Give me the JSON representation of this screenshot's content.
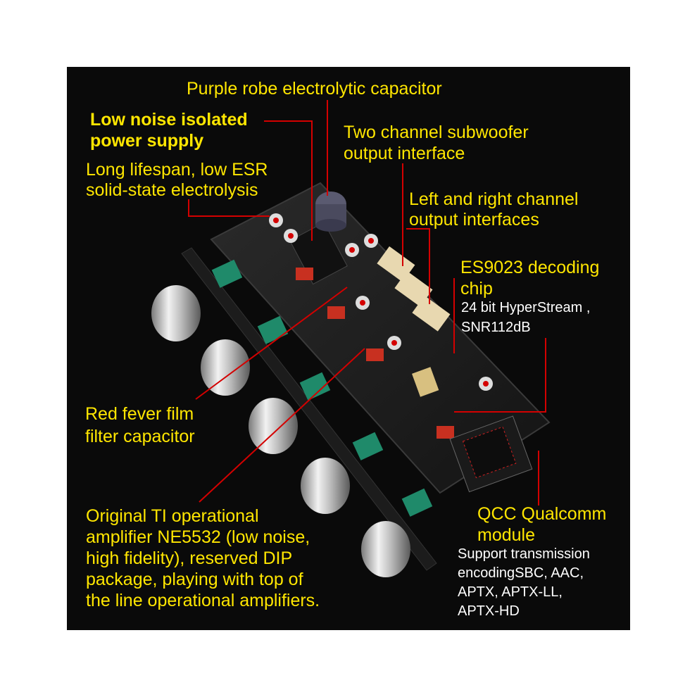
{
  "colors": {
    "background": "#0a0a0a",
    "label_text": "#ffe600",
    "spec_text": "#ffffff",
    "leader_line": "#d40000"
  },
  "labels": {
    "purple_cap": "Purple robe electrolytic capacitor",
    "isolated_power_line1": "Low noise isolated",
    "isolated_power_line2": "power supply",
    "solid_state_line1": "Long lifespan, low ESR",
    "solid_state_line2": "solid-state electrolysis",
    "subwoofer_line1": "Two channel subwoofer",
    "subwoofer_line2": "output interface",
    "lr_output_line1": "Left and right channel",
    "lr_output_line2": "output interfaces",
    "es9023_line1": "ES9023 decoding",
    "es9023_line2": "chip",
    "es9023_spec_line1": "24 bit HyperStream ,",
    "es9023_spec_line2": "SNR112dB",
    "film_cap_line1": "Red fever film",
    "film_cap_line2": "filter capacitor",
    "opamp_line1": "Original TI operational",
    "opamp_line2": "amplifier NE5532 (low noise,",
    "opamp_line3": "high fidelity), reserved DIP",
    "opamp_line4": "package, playing with top of",
    "opamp_line5": "the line operational amplifiers.",
    "qcc_line1": "QCC Qualcomm",
    "qcc_line2": "module",
    "qcc_spec_line1": "Support transmission",
    "qcc_spec_line2": "encodingSBC, AAC,",
    "qcc_spec_line3": "APTX, APTX-LL,",
    "qcc_spec_line4": "APTX-HD"
  }
}
